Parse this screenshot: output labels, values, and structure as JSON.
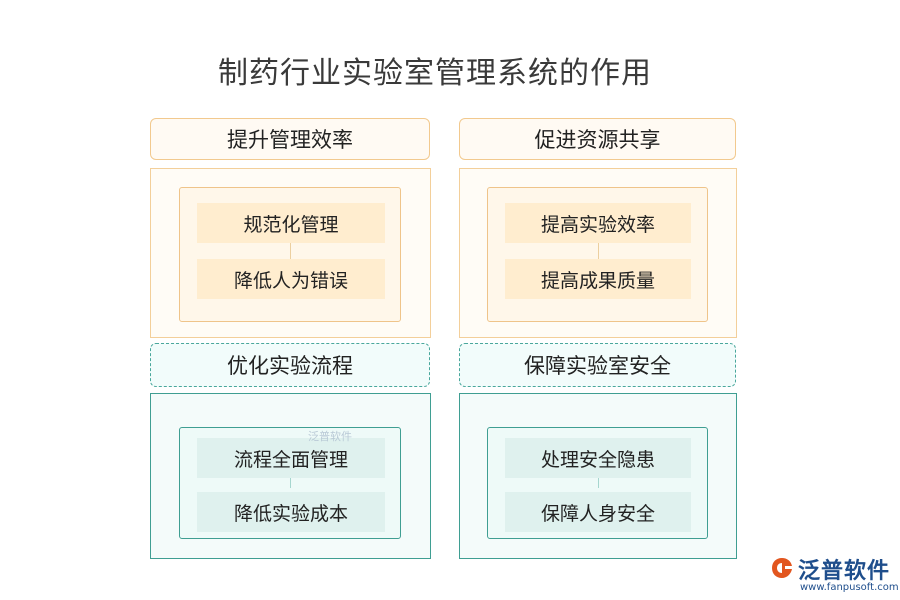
{
  "title": "制药行业实验室管理系统的作用",
  "sections": {
    "efficiency": {
      "header": "提升管理效率",
      "items": [
        "规范化管理",
        "降低人为错误"
      ]
    },
    "sharing": {
      "header": "促进资源共享",
      "items": [
        "提高实验效率",
        "提高成果质量"
      ]
    },
    "process": {
      "header": "优化实验流程",
      "items": [
        "流程全面管理",
        "降低实验成本"
      ]
    },
    "safety": {
      "header": "保障实验室安全",
      "items": [
        "处理安全隐患",
        "保障人身安全"
      ]
    }
  },
  "watermark": "泛普软件",
  "logo": {
    "text": "泛普软件",
    "url": "www.fanpusoft.com"
  },
  "colors": {
    "orange_border": "#f2c98e",
    "orange_fill": "#ffedcf",
    "teal_border": "#3f9e92",
    "teal_fill": "#dff1ee"
  }
}
